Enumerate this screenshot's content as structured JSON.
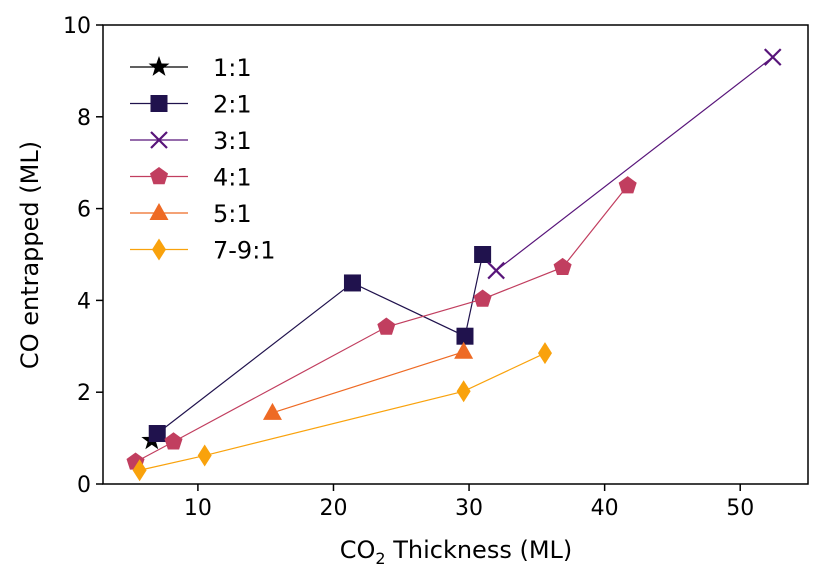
{
  "chart_data": {
    "type": "line",
    "title": "",
    "xlabel": "CO",
    "xlabel_sub": "2",
    "xlabel_rest": " Thickness (ML)",
    "ylabel": "CO entrapped (ML)",
    "xlim": [
      3,
      55
    ],
    "ylim": [
      0,
      10
    ],
    "xticks": [
      10,
      20,
      30,
      40,
      50
    ],
    "yticks": [
      0,
      2,
      4,
      6,
      8,
      10
    ],
    "grid": false,
    "legend_position": "top-left",
    "series": [
      {
        "name": "1:1",
        "marker": "star",
        "color": "#000000",
        "x": [
          6.6
        ],
        "y": [
          0.95
        ]
      },
      {
        "name": "2:1",
        "marker": "square",
        "color": "#20124d",
        "x": [
          7.0,
          21.4,
          29.7,
          31.0
        ],
        "y": [
          1.1,
          4.38,
          3.22,
          5.0
        ]
      },
      {
        "name": "3:1",
        "marker": "x",
        "color": "#58157a",
        "x": [
          32.0,
          52.4
        ],
        "y": [
          4.65,
          9.3
        ]
      },
      {
        "name": "4:1",
        "marker": "pentagon",
        "color": "#c13e5f",
        "x": [
          5.4,
          8.2,
          23.9,
          31.0,
          36.9,
          41.7
        ],
        "y": [
          0.48,
          0.92,
          3.42,
          4.03,
          4.72,
          6.5
        ]
      },
      {
        "name": "5:1",
        "marker": "triangle",
        "color": "#ee6a24",
        "x": [
          15.5,
          29.6
        ],
        "y": [
          1.55,
          2.88
        ]
      },
      {
        "name": "7-9:1",
        "marker": "diamond",
        "color": "#f9a20c",
        "x": [
          5.7,
          10.5,
          29.6,
          35.6
        ],
        "y": [
          0.3,
          0.62,
          2.02,
          2.85
        ]
      }
    ]
  }
}
